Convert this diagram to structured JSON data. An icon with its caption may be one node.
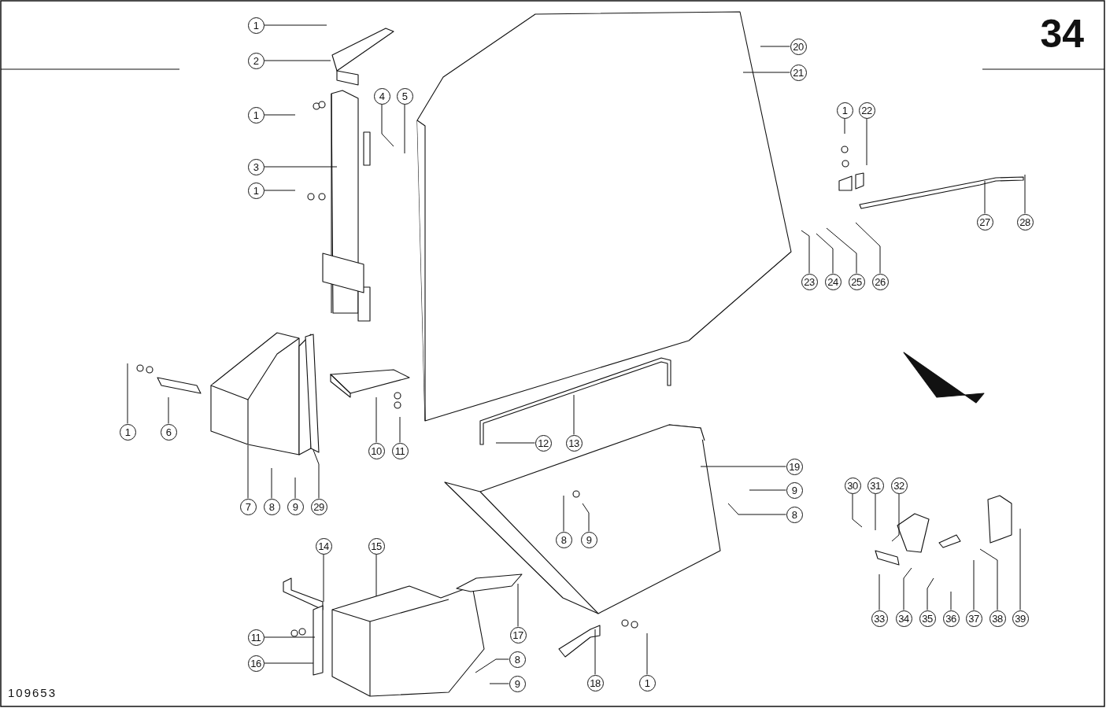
{
  "diagram": {
    "nodes": [
      {
        "text": [
          "1"
        ]
      },
      {
        "text": [
          "2"
        ]
      },
      {
        "text": [
          "1"
        ]
      },
      {
        "text": [
          "3"
        ]
      },
      {
        "text": [
          "1"
        ]
      },
      {
        "text": [
          "4"
        ]
      },
      {
        "text": [
          "5"
        ]
      },
      {
        "text": [
          "20"
        ]
      },
      {
        "text": [
          "21"
        ]
      },
      {
        "text": [
          "1"
        ]
      },
      {
        "text": [
          "22"
        ]
      },
      {
        "text": [
          "27"
        ]
      },
      {
        "text": [
          "28"
        ]
      },
      {
        "text": [
          "23"
        ]
      },
      {
        "text": [
          "24"
        ]
      },
      {
        "text": [
          "25"
        ]
      },
      {
        "text": [
          "26"
        ]
      },
      {
        "text": [
          "1"
        ]
      },
      {
        "text": [
          "6"
        ]
      },
      {
        "text": [
          "7"
        ]
      },
      {
        "text": [
          "8"
        ]
      },
      {
        "text": [
          "9"
        ]
      },
      {
        "text": [
          "29"
        ]
      },
      {
        "text": [
          "10"
        ]
      },
      {
        "text": [
          "11"
        ]
      },
      {
        "text": [
          "12"
        ]
      },
      {
        "text": [
          "13"
        ]
      },
      {
        "text": [
          "19"
        ]
      },
      {
        "text": [
          "9"
        ]
      },
      {
        "text": [
          "8"
        ]
      },
      {
        "text": [
          "8"
        ]
      },
      {
        "text": [
          "9"
        ]
      },
      {
        "text": [
          "14"
        ]
      },
      {
        "text": [
          "15"
        ]
      },
      {
        "text": [
          "30"
        ]
      },
      {
        "text": [
          "31"
        ]
      },
      {
        "text": [
          "32"
        ]
      },
      {
        "text": [
          "33"
        ]
      },
      {
        "text": [
          "34"
        ]
      },
      {
        "text": [
          "35"
        ]
      },
      {
        "text": [
          "36"
        ]
      },
      {
        "text": [
          "37"
        ]
      },
      {
        "text": [
          "38"
        ]
      },
      {
        "text": [
          "39"
        ]
      },
      {
        "text": [
          "17"
        ]
      },
      {
        "text": [
          "11"
        ]
      },
      {
        "text": [
          "8"
        ]
      },
      {
        "text": [
          "16"
        ]
      },
      {
        "text": [
          "9"
        ]
      },
      {
        "text": [
          "18"
        ]
      },
      {
        "text": [
          "1"
        ]
      }
    ],
    "edges": [
      {
        "from": 0,
        "to": null,
        "arrow": "none"
      },
      {
        "from": 1,
        "to": null,
        "arrow": "none"
      },
      {
        "from": 2,
        "to": null,
        "arrow": "none"
      },
      {
        "from": 3,
        "to": null,
        "arrow": "none"
      },
      {
        "from": 4,
        "to": null,
        "arrow": "none"
      },
      {
        "from": 5,
        "to": null,
        "arrow": "none"
      },
      {
        "from": 6,
        "to": null,
        "arrow": "none"
      },
      {
        "from": 7,
        "to": null,
        "arrow": "none"
      },
      {
        "from": 8,
        "to": null,
        "arrow": "none"
      },
      {
        "from": 9,
        "to": null,
        "arrow": "none"
      },
      {
        "from": 10,
        "to": null,
        "arrow": "none"
      },
      {
        "from": 11,
        "to": null,
        "arrow": "none"
      },
      {
        "from": 12,
        "to": null,
        "arrow": "none"
      },
      {
        "from": 13,
        "to": null,
        "arrow": "none"
      },
      {
        "from": 14,
        "to": null,
        "arrow": "none"
      },
      {
        "from": 15,
        "to": null,
        "arrow": "none"
      },
      {
        "from": 16,
        "to": null,
        "arrow": "none"
      },
      {
        "from": 17,
        "to": null,
        "arrow": "none"
      },
      {
        "from": 18,
        "to": null,
        "arrow": "none"
      },
      {
        "from": 19,
        "to": null,
        "arrow": "none"
      },
      {
        "from": 20,
        "to": null,
        "arrow": "none"
      },
      {
        "from": 21,
        "to": null,
        "arrow": "none"
      },
      {
        "from": 22,
        "to": null,
        "arrow": "none"
      },
      {
        "from": 23,
        "to": null,
        "arrow": "none"
      },
      {
        "from": 24,
        "to": null,
        "arrow": "none"
      },
      {
        "from": 25,
        "to": null,
        "arrow": "none"
      },
      {
        "from": 26,
        "to": null,
        "arrow": "none"
      },
      {
        "from": 27,
        "to": null,
        "arrow": "none"
      },
      {
        "from": 28,
        "to": null,
        "arrow": "none"
      },
      {
        "from": 29,
        "to": null,
        "arrow": "none"
      },
      {
        "from": 30,
        "to": null,
        "arrow": "none"
      },
      {
        "from": 31,
        "to": null,
        "arrow": "none"
      },
      {
        "from": 32,
        "to": null,
        "arrow": "none"
      },
      {
        "from": 33,
        "to": null,
        "arrow": "none"
      },
      {
        "from": 34,
        "to": null,
        "arrow": "none"
      },
      {
        "from": 35,
        "to": null,
        "arrow": "none"
      },
      {
        "from": 36,
        "to": null,
        "arrow": "none"
      },
      {
        "from": 37,
        "to": null,
        "arrow": "none"
      },
      {
        "from": 38,
        "to": null,
        "arrow": "none"
      },
      {
        "from": 39,
        "to": null,
        "arrow": "none"
      },
      {
        "from": 40,
        "to": null,
        "arrow": "none"
      },
      {
        "from": 41,
        "to": null,
        "arrow": "none"
      },
      {
        "from": 42,
        "to": null,
        "arrow": "none"
      },
      {
        "from": 43,
        "to": null,
        "arrow": "none"
      },
      {
        "from": 44,
        "to": null,
        "arrow": "none"
      },
      {
        "from": 45,
        "to": null,
        "arrow": "none"
      },
      {
        "from": 46,
        "to": null,
        "arrow": "none"
      },
      {
        "from": 47,
        "to": null,
        "arrow": "none"
      },
      {
        "from": 48,
        "to": null,
        "arrow": "none"
      },
      {
        "from": 49,
        "to": null,
        "arrow": "none"
      },
      {
        "from": 50,
        "to": null,
        "arrow": "none"
      }
    ],
    "labels": [
      "34",
      "109653"
    ]
  }
}
